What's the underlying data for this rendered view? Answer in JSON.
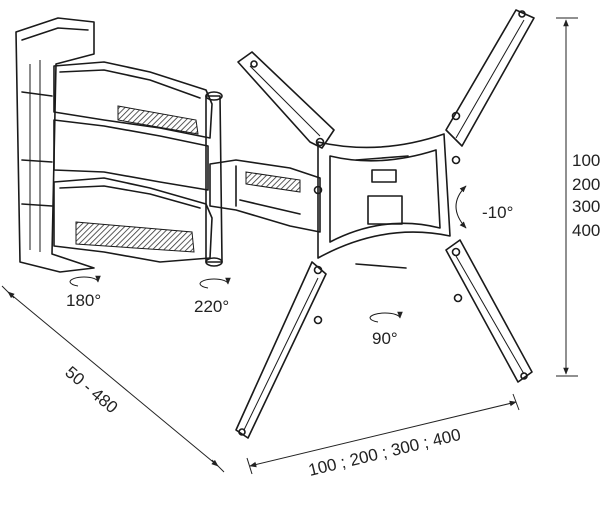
{
  "labels": {
    "rotation_180": "180°",
    "rotation_220": "220°",
    "rotation_90": "90°",
    "tilt": "-10°",
    "extension": "50 - 480",
    "vesa_horizontal": "100 ; 200 ; 300 ; 400",
    "vesa_vertical": [
      "100",
      "200",
      "300",
      "400"
    ]
  }
}
